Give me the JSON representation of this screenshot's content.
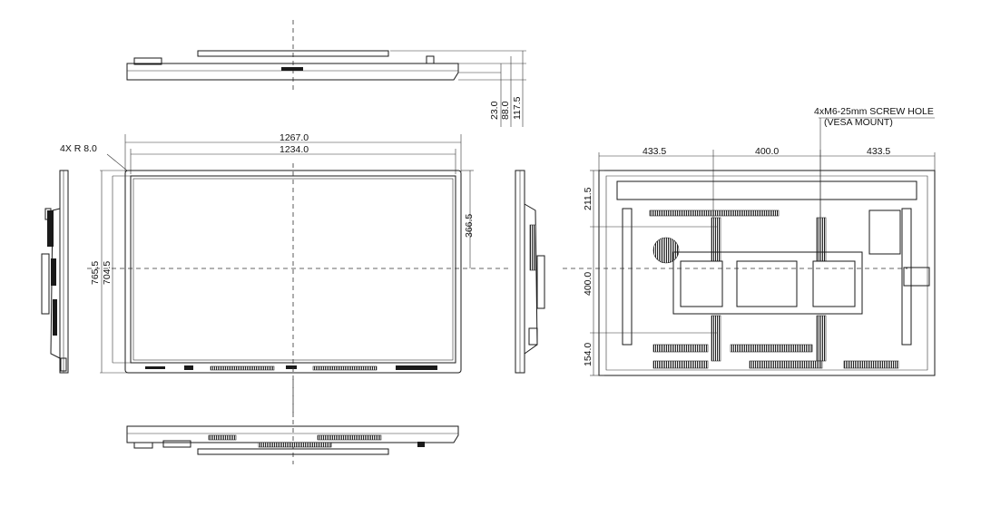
{
  "dimensions": {
    "top_depth_1": "23.0",
    "top_depth_2": "88.0",
    "top_depth_3": "117.5",
    "overall_width": "1267.0",
    "screen_width": "1234.0",
    "corner_radius": "4X  R  8.0",
    "overall_height": "765.5",
    "screen_height": "704.5",
    "center_offset": "366.5",
    "rear_left": "433.5",
    "rear_middle": "400.0",
    "rear_right": "433.5",
    "rear_top_offset": "211.5",
    "rear_vesa_vertical": "400.0",
    "rear_bottom_offset": "154.0"
  },
  "annotations": {
    "screw_hole_line1": "4xM6-25mm SCREW HOLE",
    "screw_hole_line2": "(VESA MOUNT)"
  }
}
